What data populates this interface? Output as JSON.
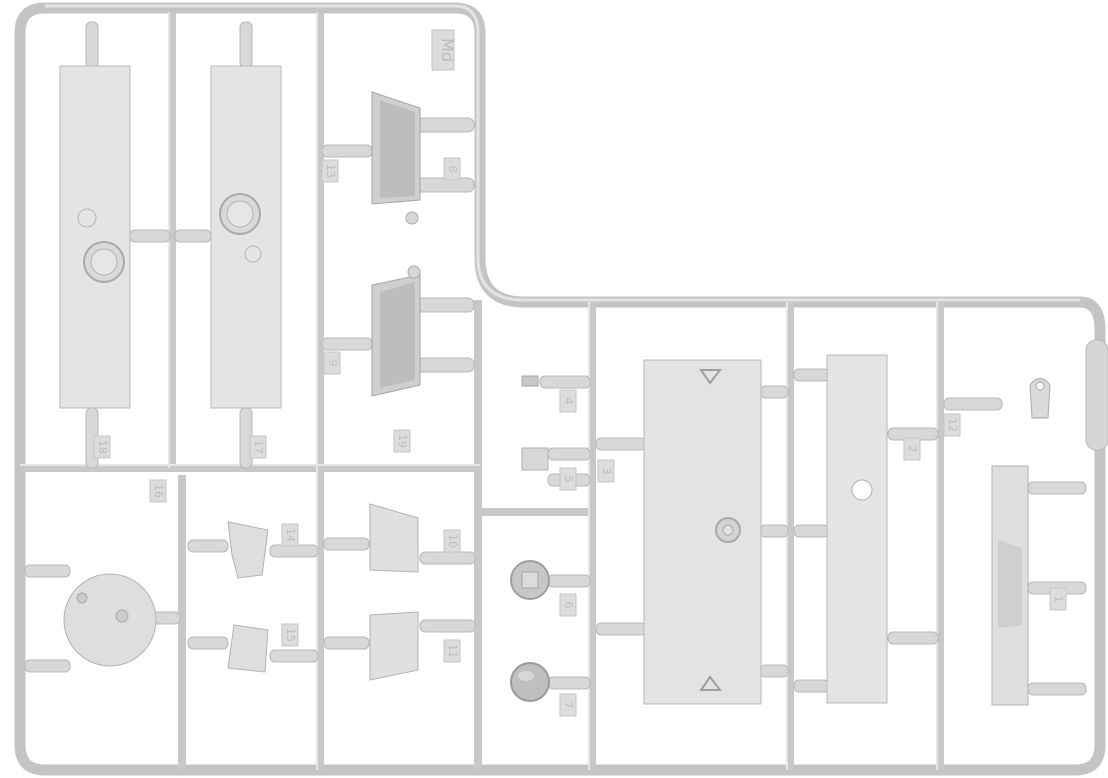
{
  "image": {
    "subject": "Plastic model kit sprue frame with attached parts",
    "colors": {
      "background": "#ffffff",
      "runner": "#d2d2d2",
      "runner_edge": "#b6b6b6",
      "part": "#e4e4e4",
      "part_edge": "#b9b9b9",
      "label_text": "#bdbdbd"
    }
  },
  "sprue": {
    "frame_mark": "Md",
    "part_numbers": [
      "1",
      "2",
      "3",
      "4",
      "5",
      "6",
      "7",
      "8",
      "9",
      "10",
      "11",
      "12",
      "13",
      "14",
      "15",
      "16",
      "17",
      "18",
      "19"
    ]
  }
}
